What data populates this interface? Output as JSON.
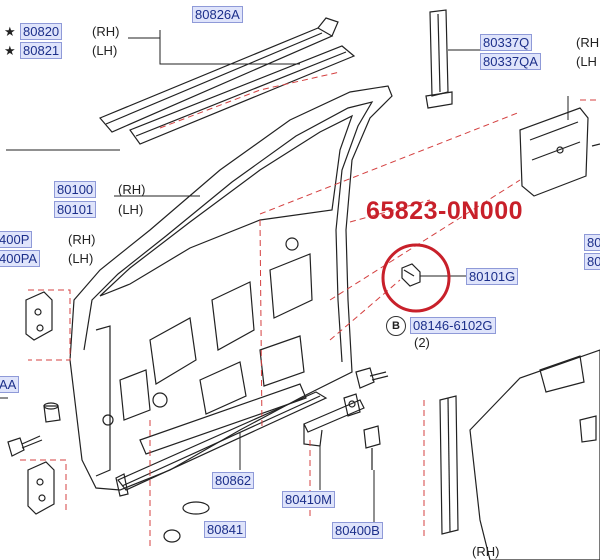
{
  "callout": {
    "part_number": "65823-0N000",
    "highlight_color": "#c8202a"
  },
  "parts": {
    "p80820": "80820",
    "p80821": "80821",
    "p80826A": "80826A",
    "p80337Q": "80337Q",
    "p80337QA": "80337QA",
    "p80100": "80100",
    "p80101": "80101",
    "p80400P": "400P",
    "p80400PA": "400PA",
    "p80101G": "80101G",
    "p08146": "08146-6102G",
    "pAA": "AA",
    "p80862": "80862",
    "p80410M": "80410M",
    "p80841": "80841",
    "p80400B": "80400B",
    "p80": "80",
    "p80b": "80"
  },
  "sides": {
    "rh": "(RH)",
    "lh": "(LH)",
    "rh_cut": "(RH",
    "lh_cut": "(LH",
    "rh_bottom": "(RH)"
  },
  "quantity": "(2)",
  "bolt_mark": "B",
  "star_symbol": "★",
  "colors": {
    "label_bg": "#dfe4fb",
    "label_text": "#1c2f8a",
    "line": "#222222",
    "leader_dash": "#d44040"
  }
}
